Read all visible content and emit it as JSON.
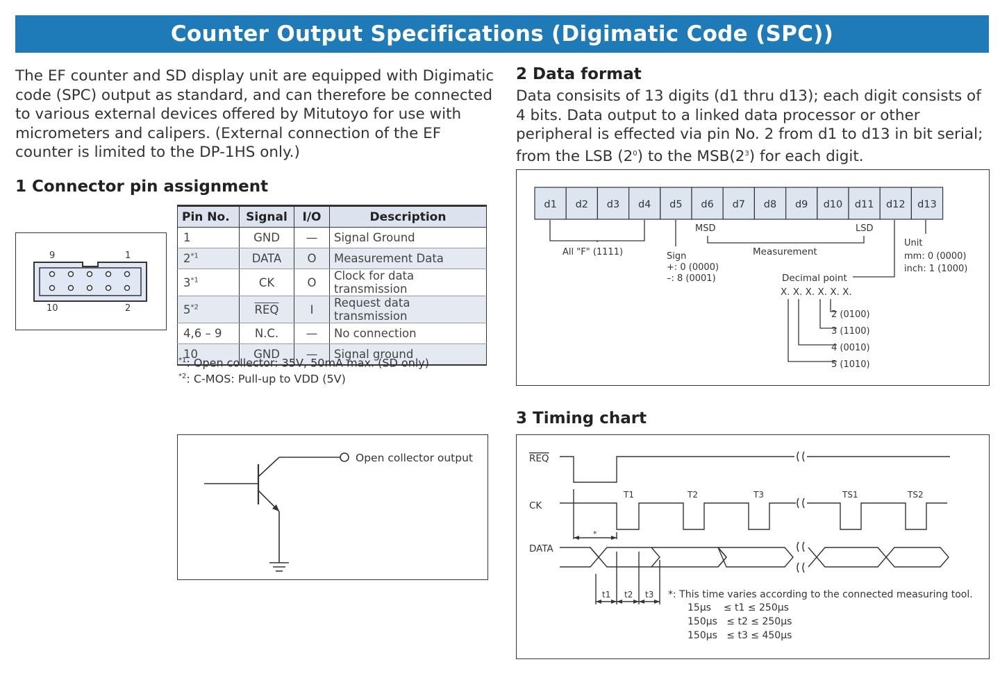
{
  "title": "Counter Output Specifications (Digimatic Code (SPC))",
  "intro": "The EF counter and SD display unit are equipped with Digimatic code (SPC) output as standard, and can therefore be connected to various external devices offered by Mitutoyo for use with micrometers and calipers.  (External connection of the EF counter is limited to the DP-1HS only.)",
  "section1": {
    "heading": "1  Connector pin assignment",
    "connector_labels": {
      "top_left": "9",
      "top_right": "1",
      "bottom_left": "10",
      "bottom_right": "2"
    },
    "table": {
      "headers": [
        "Pin No.",
        "Signal",
        "I/O",
        "Description"
      ],
      "rows": [
        {
          "pin": "1",
          "pin_sup": "",
          "signal": "GND",
          "io": "—",
          "desc": "Signal Ground"
        },
        {
          "pin": "2",
          "pin_sup": "*1",
          "signal": "DATA",
          "io": "O",
          "desc": "Measurement Data"
        },
        {
          "pin": "3",
          "pin_sup": "*1",
          "signal": "CK",
          "io": "O",
          "desc": "Clock for data transmission"
        },
        {
          "pin": "5",
          "pin_sup": "*2",
          "signal": "REQ",
          "io": "I",
          "desc": "Request data transmission"
        },
        {
          "pin": "4,6 – 9",
          "pin_sup": "",
          "signal": "N.C.",
          "io": "—",
          "desc": "No connection"
        },
        {
          "pin": "10",
          "pin_sup": "",
          "signal": "GND",
          "io": "—",
          "desc": "Signal ground"
        }
      ]
    },
    "notes": [
      {
        "mark": "*1",
        "text": ": Open collector: 35V, 50mA max. (SD only)"
      },
      {
        "mark": "*2",
        "text": ": C-MOS: Pull-up to VDD (5V)"
      }
    ],
    "circuit_label": "Open collector output"
  },
  "section2": {
    "heading": "2  Data format",
    "text_a": "Data consisits of 13 digits (d1 thru d13); each digit consists of 4 bits. Data output to a linked data processor or other peripheral is effected via pin No. 2 from d1 to d13 in bit serial; from the LSB (2",
    "text_sup1": "0",
    "text_b": ") to the MSB(2",
    "text_sup2": "3",
    "text_c": ") for each digit.",
    "digits": [
      "d1",
      "d2",
      "d3",
      "d4",
      "d5",
      "d6",
      "d7",
      "d8",
      "d9",
      "d10",
      "d11",
      "d12",
      "d13"
    ],
    "all_f": "All \"F\" (1111)",
    "sign_title": "Sign",
    "sign_plus": "+: 0 (0000)",
    "sign_minus": "–: 8 (0001)",
    "msd": "MSD",
    "lsd": "LSD",
    "measurement": "Measurement",
    "unit_title": "Unit",
    "unit_mm": "mm: 0 (0000)",
    "unit_inch": "inch: 1 (1000)",
    "decimal_title": "Decimal point",
    "decimal_pattern": "X. X. X. X. X. X.",
    "decimal_values": [
      "2 (0100)",
      "3 (1100)",
      "4 (0010)",
      "5 (1010)"
    ]
  },
  "section3": {
    "heading": "3  Timing chart",
    "signals": [
      "REQ",
      "CK",
      "DATA"
    ],
    "clock_labels": [
      "T1",
      "T2",
      "T3",
      "TS1",
      "TS2"
    ],
    "asterisk": "*",
    "interval_labels": [
      "t1",
      "t2",
      "t3"
    ],
    "note": "*: This time varies according to the connected measuring tool.",
    "ranges": [
      "15µs    ≤ t1 ≤ 250µs",
      "150µs   ≤ t2 ≤ 250µs",
      "150µs   ≤ t3 ≤ 450µs"
    ]
  }
}
